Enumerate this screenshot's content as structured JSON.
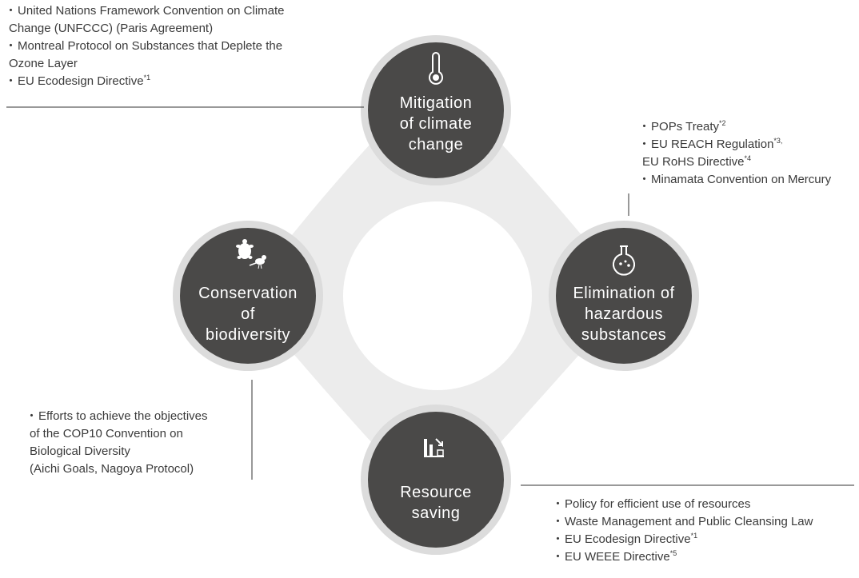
{
  "nodes": {
    "mitigation": {
      "lines": [
        "Mitigation",
        "of climate",
        "change"
      ],
      "icon": "thermometer-icon"
    },
    "hazardous": {
      "lines": [
        "Elimination of",
        "hazardous",
        "substances"
      ],
      "icon": "flask-icon"
    },
    "resource": {
      "lines": [
        "Resource",
        "saving"
      ],
      "icon": "bar-chart-reduce-icon"
    },
    "biodiversity": {
      "lines": [
        "Conservation",
        "of",
        "biodiversity"
      ],
      "icon": "turtle-bird-icon"
    }
  },
  "notes": {
    "climate": [
      {
        "text": "United Nations Framework Convention on Climate"
      },
      {
        "text": "Change (UNFCCC) (Paris Agreement)",
        "cont": true
      },
      {
        "text": "Montreal Protocol on Substances that Deplete the"
      },
      {
        "text": "Ozone Layer",
        "cont": true
      },
      {
        "text": "EU Ecodesign Directive",
        "sup": "*1"
      }
    ],
    "hazardous": [
      {
        "text": "POPs Treaty",
        "sup": "*2"
      },
      {
        "text": "EU REACH Regulation",
        "sup": "*3,"
      },
      {
        "text": "EU RoHS Directive",
        "sup": "*4",
        "cont": true
      },
      {
        "text": "Minamata Convention on Mercury"
      }
    ],
    "biodiversity": [
      {
        "text": "Efforts to achieve the objectives"
      },
      {
        "text": "of the COP10 Convention on",
        "cont": true
      },
      {
        "text": "Biological Diversity",
        "cont": true
      },
      {
        "text": "(Aichi Goals, Nagoya Protocol)",
        "cont": true
      }
    ],
    "resource": [
      {
        "text": "Policy for efficient use of resources"
      },
      {
        "text": "Waste Management and Public Cleansing Law"
      },
      {
        "text": "EU Ecodesign Directive",
        "sup": "*1"
      },
      {
        "text": "EU WEEE Directive",
        "sup": "*5"
      }
    ]
  },
  "colors": {
    "circle_dark": "#4a4948",
    "ring_light": "#d9d9d9",
    "band": "#eeeeee",
    "line": "#333333"
  }
}
